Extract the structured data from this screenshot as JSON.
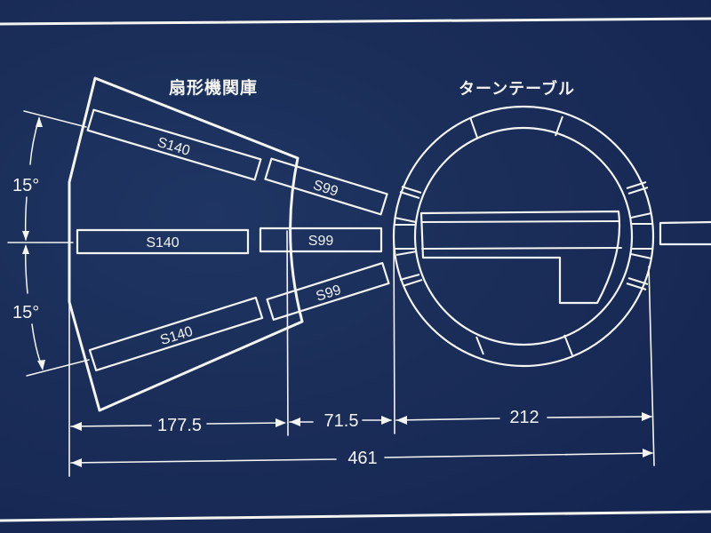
{
  "titles": {
    "roundhouse": "扇形機関庫",
    "turntable": "ターンテーブル"
  },
  "tracks": {
    "upper_long": "S140",
    "middle_long": "S140",
    "lower_long": "S140",
    "upper_short": "S99",
    "middle_short": "S99",
    "lower_short": "S99"
  },
  "angles": {
    "upper": "15°",
    "lower": "15°"
  },
  "dimensions": {
    "roundhouse_depth": "177.5",
    "gap": "71.5",
    "turntable_diameter": "212",
    "total": "461"
  },
  "colors": {
    "background": "#1a2d58",
    "line": "#f4f4f0"
  }
}
